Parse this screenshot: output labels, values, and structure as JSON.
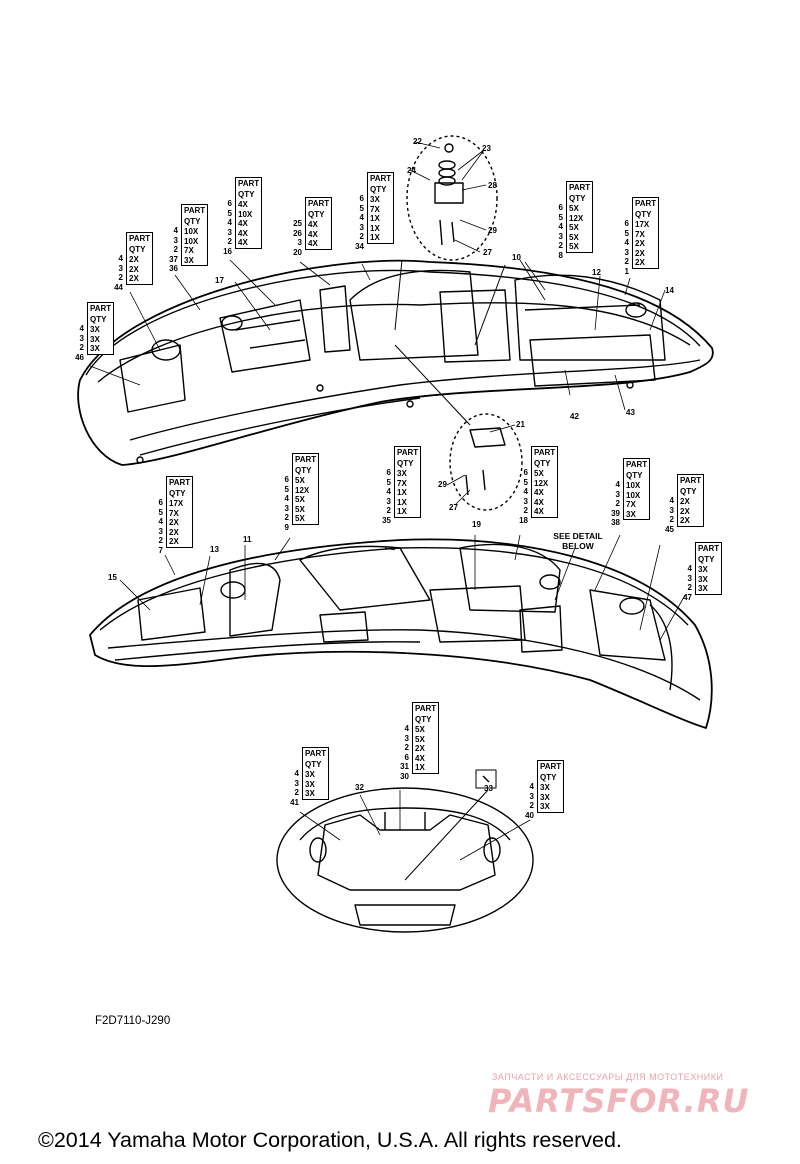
{
  "drawing_id": "F2D7110-J290",
  "copyright": "©2014 Yamaha Motor Corporation, U.S.A. All rights reserved.",
  "watermark": {
    "tagline": "ЗАПЧАСТИ И АКСЕССУАРЫ ДЛЯ МОТОТЕХНИКИ",
    "logo": "PARTSFOR.RU",
    "color": "#e9a2a8"
  },
  "detail_note": "SEE DETAIL BELOW",
  "part_tables": [
    {
      "id": "t1",
      "header": [
        "PART",
        "QTY"
      ],
      "rows": [
        {
          "key": "4",
          "qty": "3X"
        },
        {
          "key": "3",
          "qty": "3X"
        },
        {
          "key": "2",
          "qty": "3X"
        }
      ],
      "ref": "46"
    },
    {
      "id": "t2",
      "header": [
        "PART",
        "QTY"
      ],
      "rows": [
        {
          "key": "4",
          "qty": "2X"
        },
        {
          "key": "3",
          "qty": "2X"
        },
        {
          "key": "2",
          "qty": "2X"
        }
      ],
      "ref": "44"
    },
    {
      "id": "t3",
      "header": [
        "PART",
        "QTY"
      ],
      "rows": [
        {
          "key": "4",
          "qty": "10X"
        },
        {
          "key": "3",
          "qty": "10X"
        },
        {
          "key": "2",
          "qty": "7X"
        },
        {
          "key": "37",
          "qty": "3X"
        }
      ],
      "ref": "36"
    },
    {
      "id": "t4",
      "header": [
        "PART",
        "QTY"
      ],
      "rows": [
        {
          "key": "6",
          "qty": "4X"
        },
        {
          "key": "5",
          "qty": "10X"
        },
        {
          "key": "4",
          "qty": "4X"
        },
        {
          "key": "3",
          "qty": "4X"
        },
        {
          "key": "2",
          "qty": "4X"
        }
      ],
      "ref": "16"
    },
    {
      "id": "t5",
      "header": [
        "PART",
        "QTY"
      ],
      "rows": [
        {
          "key": "25",
          "qty": "4X"
        },
        {
          "key": "26",
          "qty": "4X"
        },
        {
          "key": "3",
          "qty": "4X"
        }
      ],
      "ref": "20"
    },
    {
      "id": "t6",
      "header": [
        "PART",
        "QTY"
      ],
      "rows": [
        {
          "key": "6",
          "qty": "3X"
        },
        {
          "key": "5",
          "qty": "7X"
        },
        {
          "key": "4",
          "qty": "1X"
        },
        {
          "key": "3",
          "qty": "1X"
        },
        {
          "key": "2",
          "qty": "1X"
        }
      ],
      "ref": "34"
    },
    {
      "id": "t7",
      "header": [
        "PART",
        "QTY"
      ],
      "rows": [
        {
          "key": "6",
          "qty": "5X"
        },
        {
          "key": "5",
          "qty": "12X"
        },
        {
          "key": "4",
          "qty": "5X"
        },
        {
          "key": "3",
          "qty": "5X"
        },
        {
          "key": "2",
          "qty": "5X"
        }
      ],
      "ref": "8"
    },
    {
      "id": "t8",
      "header": [
        "PART",
        "QTY"
      ],
      "rows": [
        {
          "key": "6",
          "qty": "17X"
        },
        {
          "key": "5",
          "qty": "7X"
        },
        {
          "key": "4",
          "qty": "2X"
        },
        {
          "key": "3",
          "qty": "2X"
        },
        {
          "key": "2",
          "qty": "2X"
        }
      ],
      "ref": "1"
    },
    {
      "id": "t9",
      "header": [
        "PART",
        "QTY"
      ],
      "rows": [
        {
          "key": "6",
          "qty": "17X"
        },
        {
          "key": "5",
          "qty": "7X"
        },
        {
          "key": "4",
          "qty": "2X"
        },
        {
          "key": "3",
          "qty": "2X"
        },
        {
          "key": "2",
          "qty": "2X"
        }
      ],
      "ref": "7"
    },
    {
      "id": "t10",
      "header": [
        "PART",
        "QTY"
      ],
      "rows": [
        {
          "key": "6",
          "qty": "5X"
        },
        {
          "key": "5",
          "qty": "12X"
        },
        {
          "key": "4",
          "qty": "5X"
        },
        {
          "key": "3",
          "qty": "5X"
        },
        {
          "key": "2",
          "qty": "5X"
        }
      ],
      "ref": "9"
    },
    {
      "id": "t11",
      "header": [
        "PART",
        "QTY"
      ],
      "rows": [
        {
          "key": "6",
          "qty": "3X"
        },
        {
          "key": "5",
          "qty": "7X"
        },
        {
          "key": "4",
          "qty": "1X"
        },
        {
          "key": "3",
          "qty": "1X"
        },
        {
          "key": "2",
          "qty": "1X"
        }
      ],
      "ref": "35"
    },
    {
      "id": "t12",
      "header": [
        "PART",
        "QTY"
      ],
      "rows": [
        {
          "key": "6",
          "qty": "5X"
        },
        {
          "key": "5",
          "qty": "12X"
        },
        {
          "key": "4",
          "qty": "4X"
        },
        {
          "key": "3",
          "qty": "4X"
        },
        {
          "key": "2",
          "qty": "4X"
        }
      ],
      "ref": "18"
    },
    {
      "id": "t13",
      "header": [
        "PART",
        "QTY"
      ],
      "rows": [
        {
          "key": "4",
          "qty": "10X"
        },
        {
          "key": "3",
          "qty": "10X"
        },
        {
          "key": "2",
          "qty": "7X"
        },
        {
          "key": "39",
          "qty": "3X"
        }
      ],
      "ref": "38"
    },
    {
      "id": "t14",
      "header": [
        "PART",
        "QTY"
      ],
      "rows": [
        {
          "key": "4",
          "qty": "2X"
        },
        {
          "key": "3",
          "qty": "2X"
        },
        {
          "key": "2",
          "qty": "2X"
        }
      ],
      "ref": "45"
    },
    {
      "id": "t15",
      "header": [
        "PART",
        "QTY"
      ],
      "rows": [
        {
          "key": "4",
          "qty": "3X"
        },
        {
          "key": "3",
          "qty": "3X"
        },
        {
          "key": "2",
          "qty": "3X"
        }
      ],
      "ref": "47"
    },
    {
      "id": "t16",
      "header": [
        "PART",
        "QTY"
      ],
      "rows": [
        {
          "key": "4",
          "qty": "3X"
        },
        {
          "key": "3",
          "qty": "3X"
        },
        {
          "key": "2",
          "qty": "3X"
        }
      ],
      "ref": "41"
    },
    {
      "id": "t17",
      "header": [
        "PART",
        "QTY"
      ],
      "rows": [
        {
          "key": "4",
          "qty": "5X"
        },
        {
          "key": "3",
          "qty": "5X"
        },
        {
          "key": "2",
          "qty": "2X"
        },
        {
          "key": "6",
          "qty": "4X"
        },
        {
          "key": "31",
          "qty": "1X"
        }
      ],
      "ref": "30"
    },
    {
      "id": "t18",
      "header": [
        "PART",
        "QTY"
      ],
      "rows": [
        {
          "key": "4",
          "qty": "3X"
        },
        {
          "key": "3",
          "qty": "3X"
        },
        {
          "key": "2",
          "qty": "3X"
        }
      ],
      "ref": "40"
    }
  ],
  "callouts": [
    "22",
    "23",
    "24",
    "28",
    "29",
    "27",
    "17",
    "10",
    "12",
    "14",
    "42",
    "43",
    "21",
    "29",
    "27",
    "15",
    "13",
    "11",
    "19",
    "32",
    "33"
  ]
}
